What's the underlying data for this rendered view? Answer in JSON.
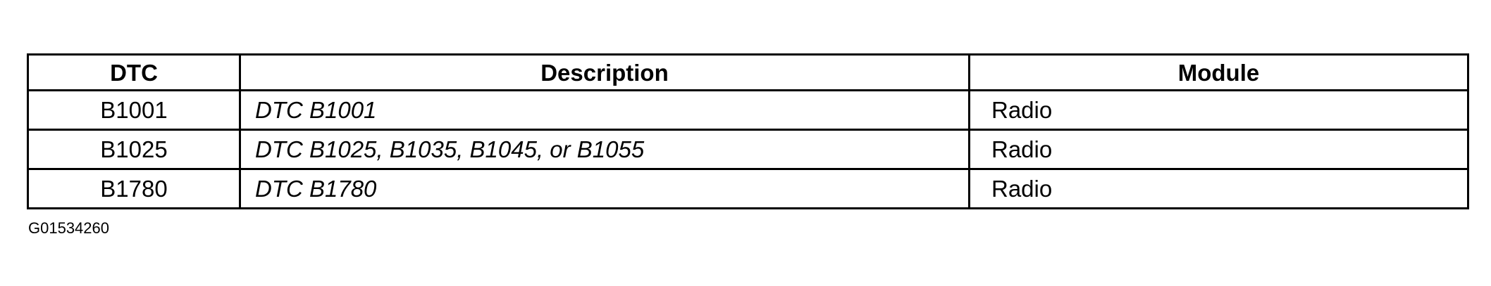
{
  "table": {
    "headers": {
      "dtc": "DTC",
      "description": "Description",
      "module": "Module"
    },
    "rows": [
      {
        "dtc": "B1001",
        "description": "DTC B1001",
        "module": "Radio"
      },
      {
        "dtc": "B1025",
        "description": "DTC B1025, B1035, B1045, or B1055",
        "module": "Radio"
      },
      {
        "dtc": "B1780",
        "description": "DTC B1780",
        "module": "Radio"
      }
    ]
  },
  "figure_id": "G01534260"
}
